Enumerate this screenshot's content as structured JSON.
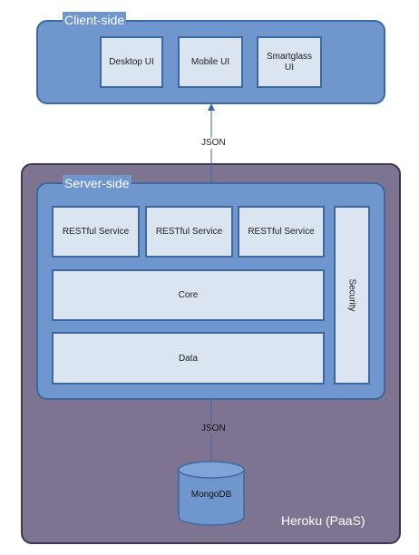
{
  "client": {
    "label": "Client-side",
    "items": [
      "Desktop UI",
      "Mobile UI",
      "Smartglass UI"
    ]
  },
  "server": {
    "label": "Server-side",
    "services": [
      "RESTful Service",
      "RESTful Service",
      "RESTful Service"
    ],
    "core": "Core",
    "data": "Data",
    "security": "Security"
  },
  "connectors": {
    "top_json": "JSON",
    "bottom_json": "JSON"
  },
  "database": {
    "label": "MongoDB"
  },
  "platform": {
    "label": "Heroku (PaaS)"
  },
  "colors": {
    "blue_fill": "#6f97cd",
    "blue_border": "#3f67a0",
    "light_fill": "#dbe5f1",
    "heroku_fill": "#7f7392"
  }
}
